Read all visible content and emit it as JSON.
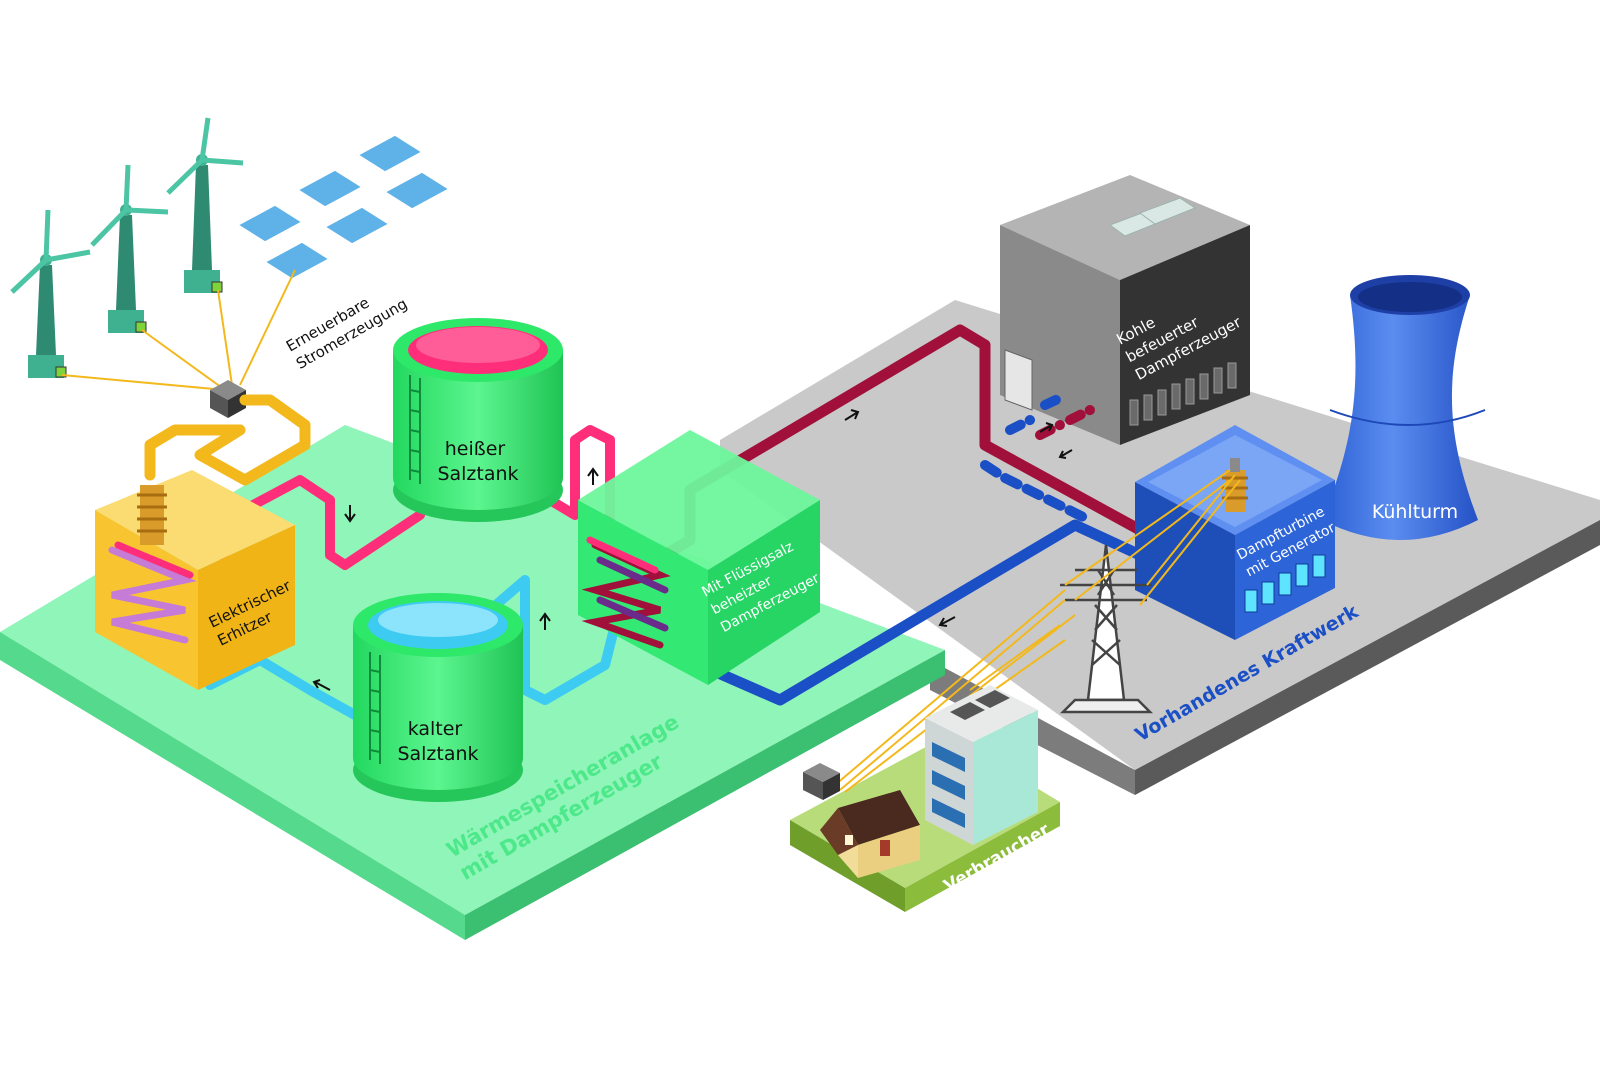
{
  "labels": {
    "renewables": [
      "Erneuerbare",
      "Stromerzeugung"
    ],
    "hot_tank": [
      "heißer",
      "Salztank"
    ],
    "cold_tank": [
      "kalter",
      "Salztank"
    ],
    "heater": [
      "Elektrischer",
      "Erhitzer"
    ],
    "salt_steam_gen": [
      "Mit Flüssigsalz",
      "beheizter",
      "Dampferzeuger"
    ],
    "storage_platform": [
      "Wärmespeicheranlage",
      "mit Dampferzeuger"
    ],
    "coal_boiler": [
      "Kohle",
      "befeuerter",
      "Dampferzeuger"
    ],
    "turbine": [
      "Dampfturbine",
      "mit Generator"
    ],
    "cooling_tower": "Kühlturm",
    "power_plant_platform": "Vorhandenes Kraftwerk",
    "consumer": "Verbraucher"
  },
  "colors": {
    "storage_platform": "#8ff5b8",
    "plant_platform": "#c8c8c8",
    "consumer_platform": "#9ccc4a",
    "tank_green": "#2ee86a",
    "hot_salt": "#ff2e7a",
    "cold_salt": "#3ecbf2",
    "steam_red": "#a0103a",
    "water_blue": "#1b4fc6",
    "electric_line": "#f3b81c",
    "heater_yellow": "#f8c530",
    "boiler_gray": "#7a7a7a",
    "turbine_blue": "#2a64d8",
    "tower_blue": "#3d6fe0"
  },
  "icons": [
    "wind-turbine-icon",
    "solar-panel-icon",
    "junction-box-icon",
    "pylon-icon",
    "house-icon",
    "apartment-icon"
  ]
}
